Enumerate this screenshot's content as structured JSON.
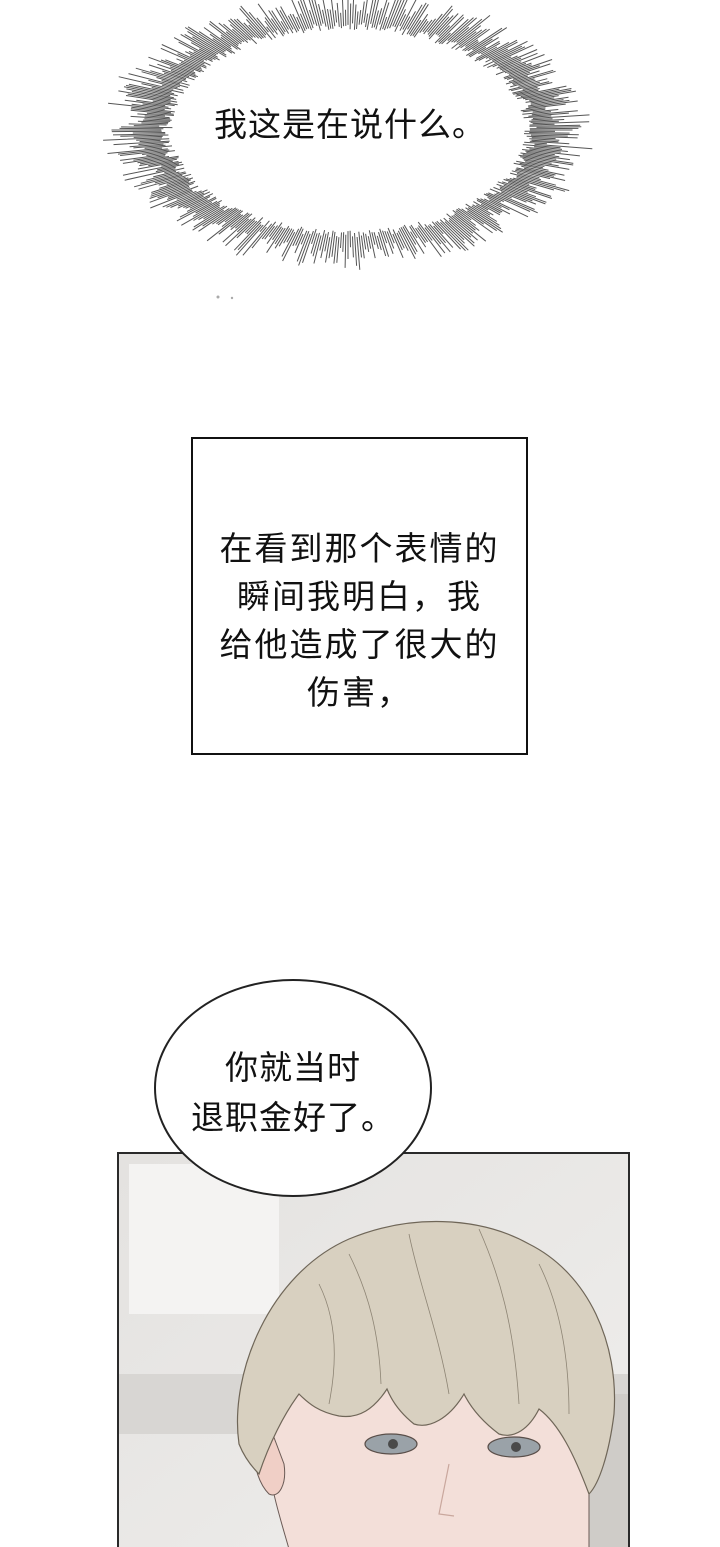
{
  "thought_bubble": {
    "text": "我这是在说什么。"
  },
  "narration_box": {
    "lines": [
      "在看到那个表情的",
      "瞬间我明白，我",
      "给他造成了很大的",
      "伤害，"
    ]
  },
  "speech_bubble": {
    "lines": [
      "你就当时",
      "退职金好了。"
    ]
  },
  "panel": {
    "colors": {
      "background": "#e9e7e5",
      "hair": "#d8d0c0",
      "skin": "#f3dfd9",
      "eyes": "#9aa2a8",
      "border": "#2a2a2a"
    }
  }
}
